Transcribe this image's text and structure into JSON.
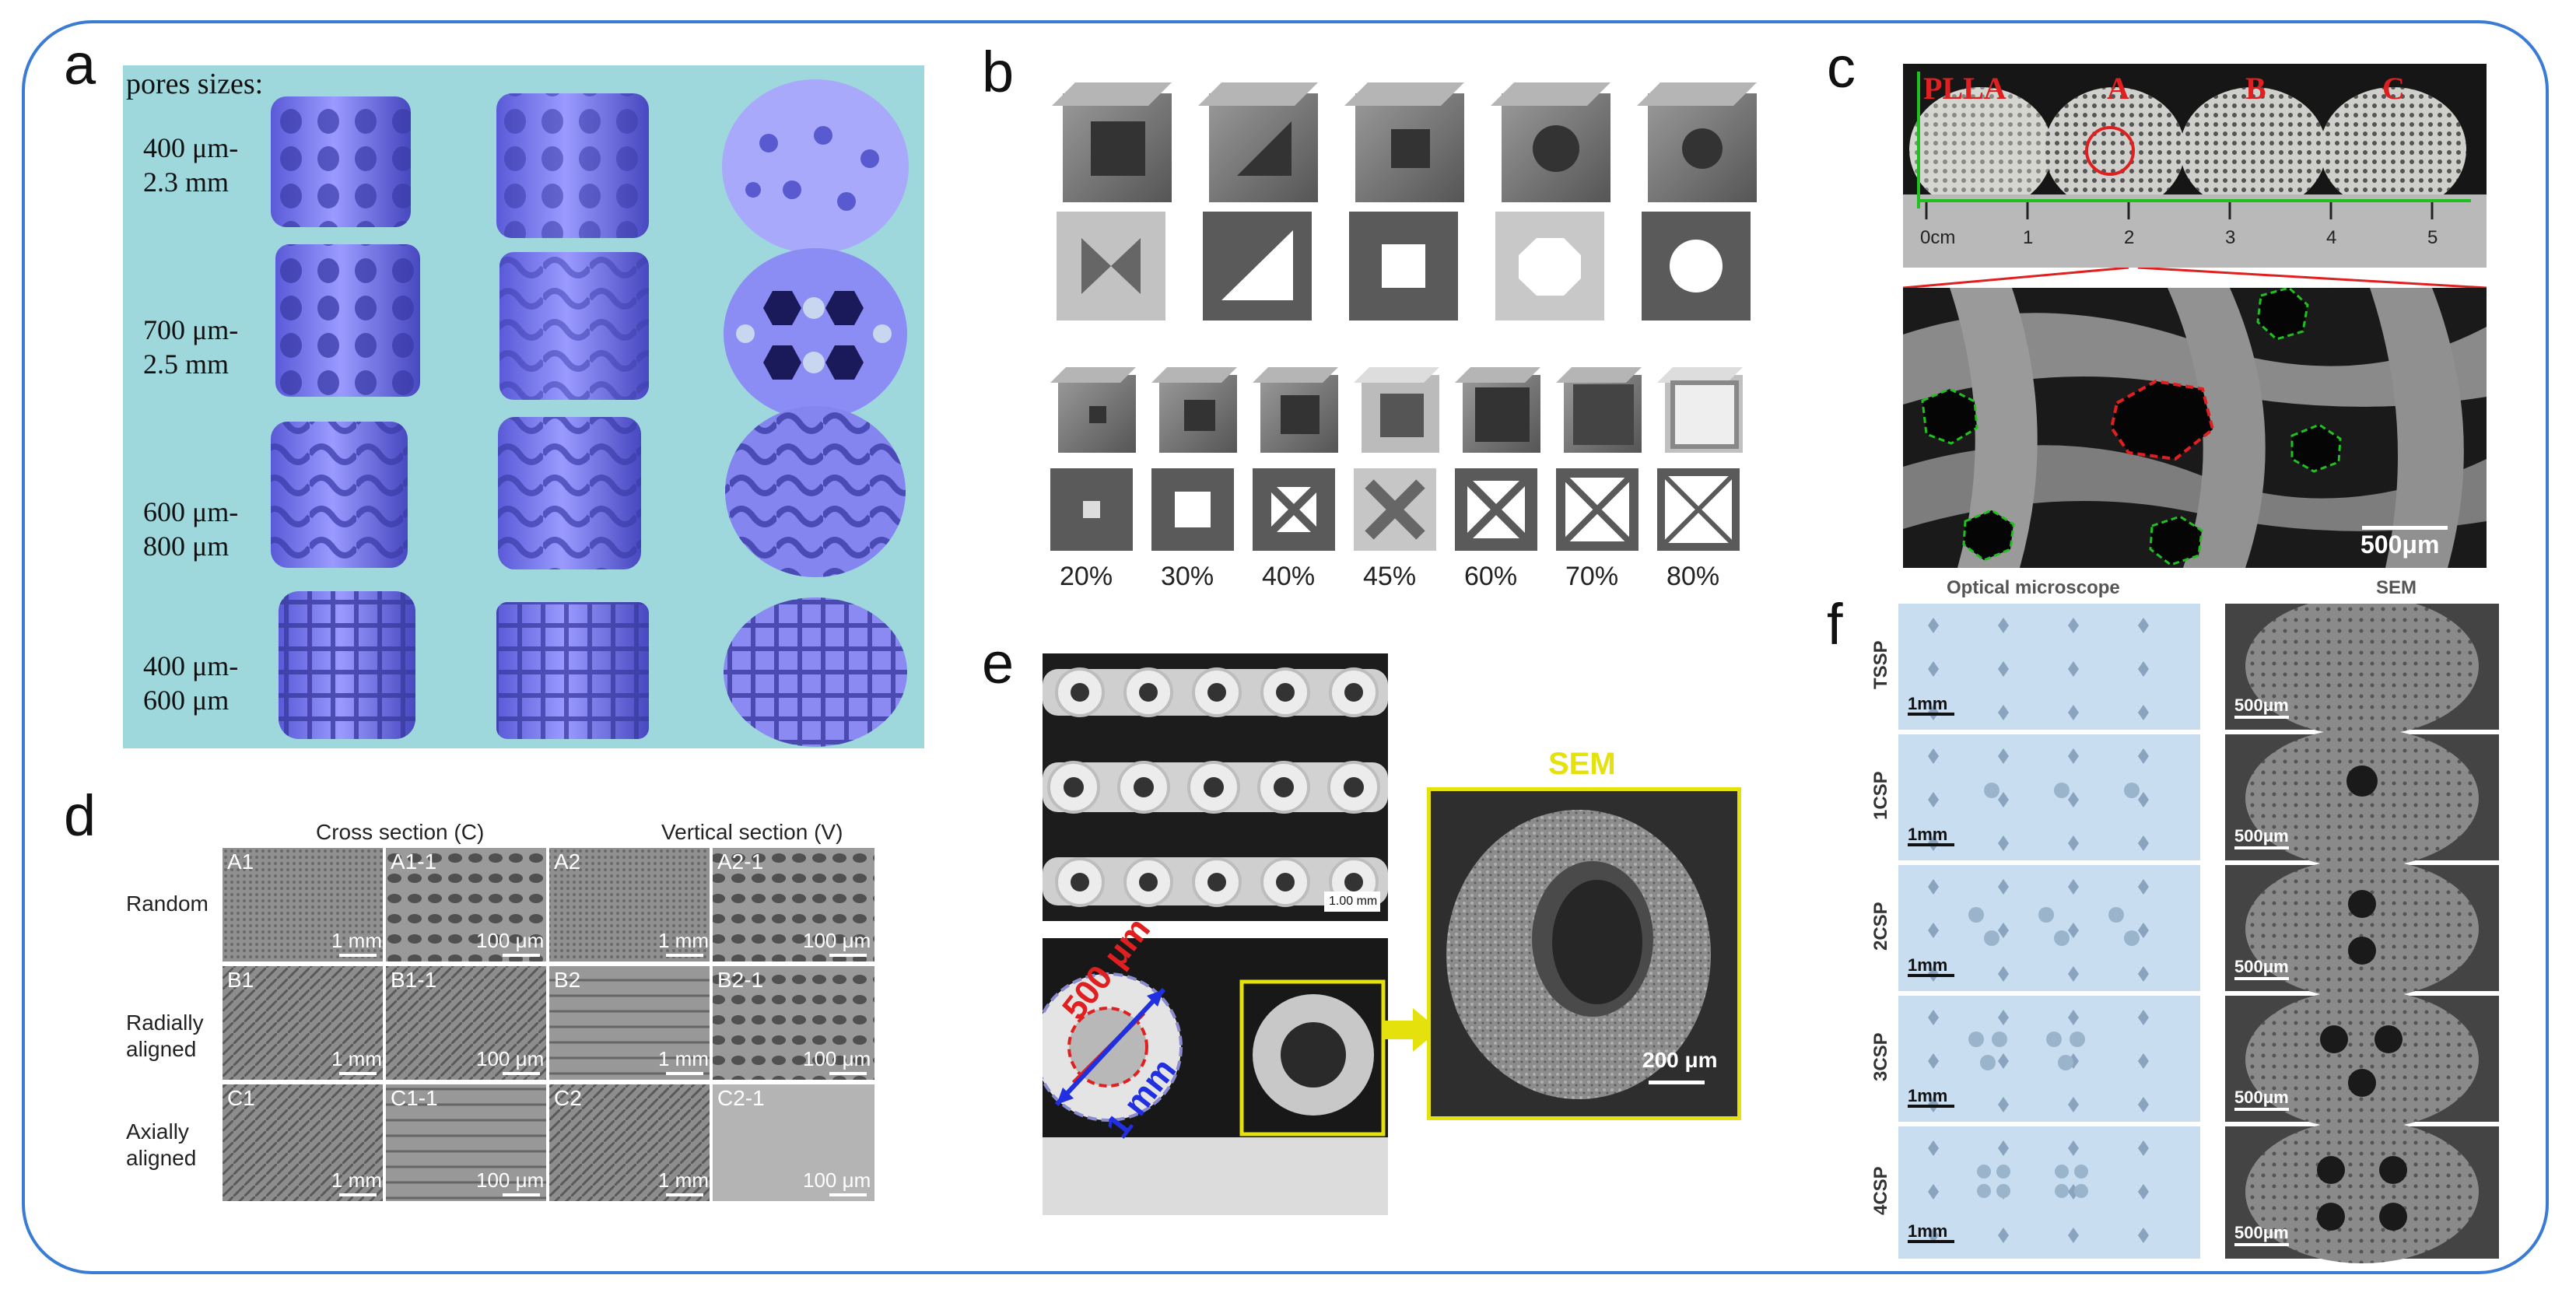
{
  "panels": {
    "a": {
      "letter": "a",
      "header": "pores sizes:",
      "rows": [
        {
          "line1": "400 μm-",
          "line2": "2.3 mm"
        },
        {
          "line1": "700 μm-",
          "line2": "2.5 mm"
        },
        {
          "line1": "600 μm-",
          "line2": "800 μm"
        },
        {
          "line1": "400 μm-",
          "line2": "600 μm"
        }
      ],
      "colors": {
        "background": "#9ed8dc",
        "scaffold": "#7f7ff0"
      }
    },
    "b": {
      "letter": "b",
      "porosities": [
        "20%",
        "30%",
        "40%",
        "45%",
        "60%",
        "70%",
        "80%"
      ]
    },
    "c": {
      "letter": "c",
      "sample_labels": [
        "PLLA",
        "A",
        "B",
        "C"
      ],
      "ruler_labels": [
        "0cm",
        "1",
        "2",
        "3",
        "4",
        "5"
      ],
      "scale": "500μm"
    },
    "d": {
      "letter": "d",
      "col_headers": [
        "Cross section (C)",
        "Vertical section (V)"
      ],
      "row_labels": [
        [
          "Random"
        ],
        [
          "Radially",
          "aligned"
        ],
        [
          "Axially",
          "aligned"
        ]
      ],
      "tiles": [
        [
          {
            "id": "A1",
            "scale": "1 mm"
          },
          {
            "id": "A1-1",
            "scale": "100 μm"
          },
          {
            "id": "A2",
            "scale": "1 mm"
          },
          {
            "id": "A2-1",
            "scale": "100 μm"
          }
        ],
        [
          {
            "id": "B1",
            "scale": "1 mm"
          },
          {
            "id": "B1-1",
            "scale": "100 μm"
          },
          {
            "id": "B2",
            "scale": "1 mm"
          },
          {
            "id": "B2-1",
            "scale": "100 μm"
          }
        ],
        [
          {
            "id": "C1",
            "scale": "1 mm"
          },
          {
            "id": "C1-1",
            "scale": "100 μm"
          },
          {
            "id": "C2",
            "scale": "1 mm"
          },
          {
            "id": "C2-1",
            "scale": "100 μm"
          }
        ]
      ]
    },
    "e": {
      "letter": "e",
      "top_scale": "1.00 mm",
      "inner_label": "500 μm",
      "outer_label": "1 mm",
      "sem_title": "SEM",
      "sem_scale": "200 μm"
    },
    "f": {
      "letter": "f",
      "col_headers": [
        "Optical microscope",
        "SEM"
      ],
      "rows": [
        {
          "label": "TSSP",
          "opt_scale": "1mm",
          "sem_scale": "500μm"
        },
        {
          "label": "1CSP",
          "opt_scale": "1mm",
          "sem_scale": "500μm"
        },
        {
          "label": "2CSP",
          "opt_scale": "1mm",
          "sem_scale": "500μm"
        },
        {
          "label": "3CSP",
          "opt_scale": "1mm",
          "sem_scale": "500μm"
        },
        {
          "label": "4CSP",
          "opt_scale": "1mm",
          "sem_scale": "500μm"
        }
      ]
    }
  },
  "colors": {
    "frame": "#3a7bd5",
    "sem_yellow": "#e5e10c",
    "red": "#e02020",
    "blue": "#2030e0",
    "green": "#20c020"
  }
}
